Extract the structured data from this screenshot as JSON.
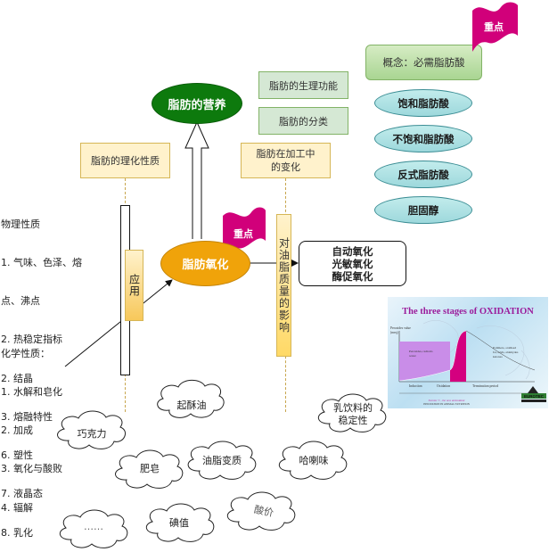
{
  "central": {
    "nutrition": "脂肪的营养",
    "oxidation": "脂肪氧化"
  },
  "tags": {
    "key_point": "重点"
  },
  "green_boxes": {
    "physiology": "脂肪的生理功能",
    "classification": "脂肪的分类",
    "concept": "概念：必需脂肪酸"
  },
  "fatty_acids": [
    "饱和脂肪酸",
    "不饱和脂肪酸",
    "反式脂肪酸",
    "胆固醇"
  ],
  "yellow_boxes": {
    "physchem": "脂肪的理化性质",
    "processing_line1": "脂肪在加工中",
    "processing_line2": "的变化",
    "application": "应用",
    "quality_impact": "对油脂质量的影响"
  },
  "oxidation_types": [
    "自动氧化",
    "光敏氧化",
    "酶促氧化"
  ],
  "physical_properties": {
    "title": "物理性质",
    "items": [
      "1. 气味、色泽、熔",
      "点、沸点",
      "2. 热稳定指标",
      "2. 结晶",
      "3. 熔融特性",
      "6. 塑性",
      "7. 液晶态",
      "8. 乳化"
    ]
  },
  "chemical_properties": {
    "title": "化学性质：",
    "items": [
      "1. 水解和皂化",
      "2. 加成",
      "3. 氧化与酸败",
      "4. 辐解"
    ]
  },
  "clouds": {
    "shortening": "起酥油",
    "chocolate": "巧克力",
    "soap": "肥皂",
    "spoilage": "油脂变质",
    "rancid": "哈喇味",
    "milk_drink_1": "乳饮料的",
    "milk_drink_2": "稳定性",
    "etc": "……",
    "iodine": "碘值",
    "acid_value": "酸价"
  },
  "slide": {
    "title": "The three stages of OXIDATION",
    "y_label_1": "Peroxides value",
    "y_label_2": "(meq)",
    "region_1": "Peroxides, radicals",
    "region_1b": "water",
    "region_3_1": "Polimers, oxidised",
    "region_3_2": "fat, acids, aldehydes",
    "region_3_3": "ketones",
    "stage_1": "Induction",
    "stage_2": "Oxidation",
    "stage_3": "Termination period",
    "footer_1": "Eurotec ® , the new antioxidant",
    "footer_2": "INNOVATION IN ANIMAL NUTRITION",
    "logo": "EUROTEC",
    "colors": {
      "title": "#9b1b9b",
      "induction": "#c98de8",
      "oxidation": "#d4007f"
    }
  },
  "colors": {
    "nutrition_green": "#0d7a0d",
    "oxidation_orange": "#f0a30a",
    "tag_magenta": "#d1007a"
  }
}
